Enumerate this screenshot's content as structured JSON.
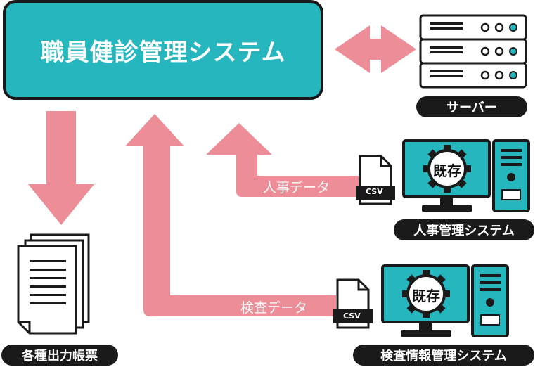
{
  "main_system": {
    "title": "職員健診管理システム"
  },
  "server": {
    "label": "サーバー"
  },
  "hr_system": {
    "label": "人事管理システム",
    "badge": "既存",
    "flow_label": "人事データ",
    "file_label": "CSV"
  },
  "exam_system": {
    "label": "検査情報管理システム",
    "badge": "既存",
    "flow_label": "検査データ",
    "file_label": "CSV"
  },
  "output": {
    "label": "各種出力帳票"
  },
  "colors": {
    "accent": "#26b6be",
    "arrow": "#ec8d97",
    "dark": "#1a1a1a"
  }
}
